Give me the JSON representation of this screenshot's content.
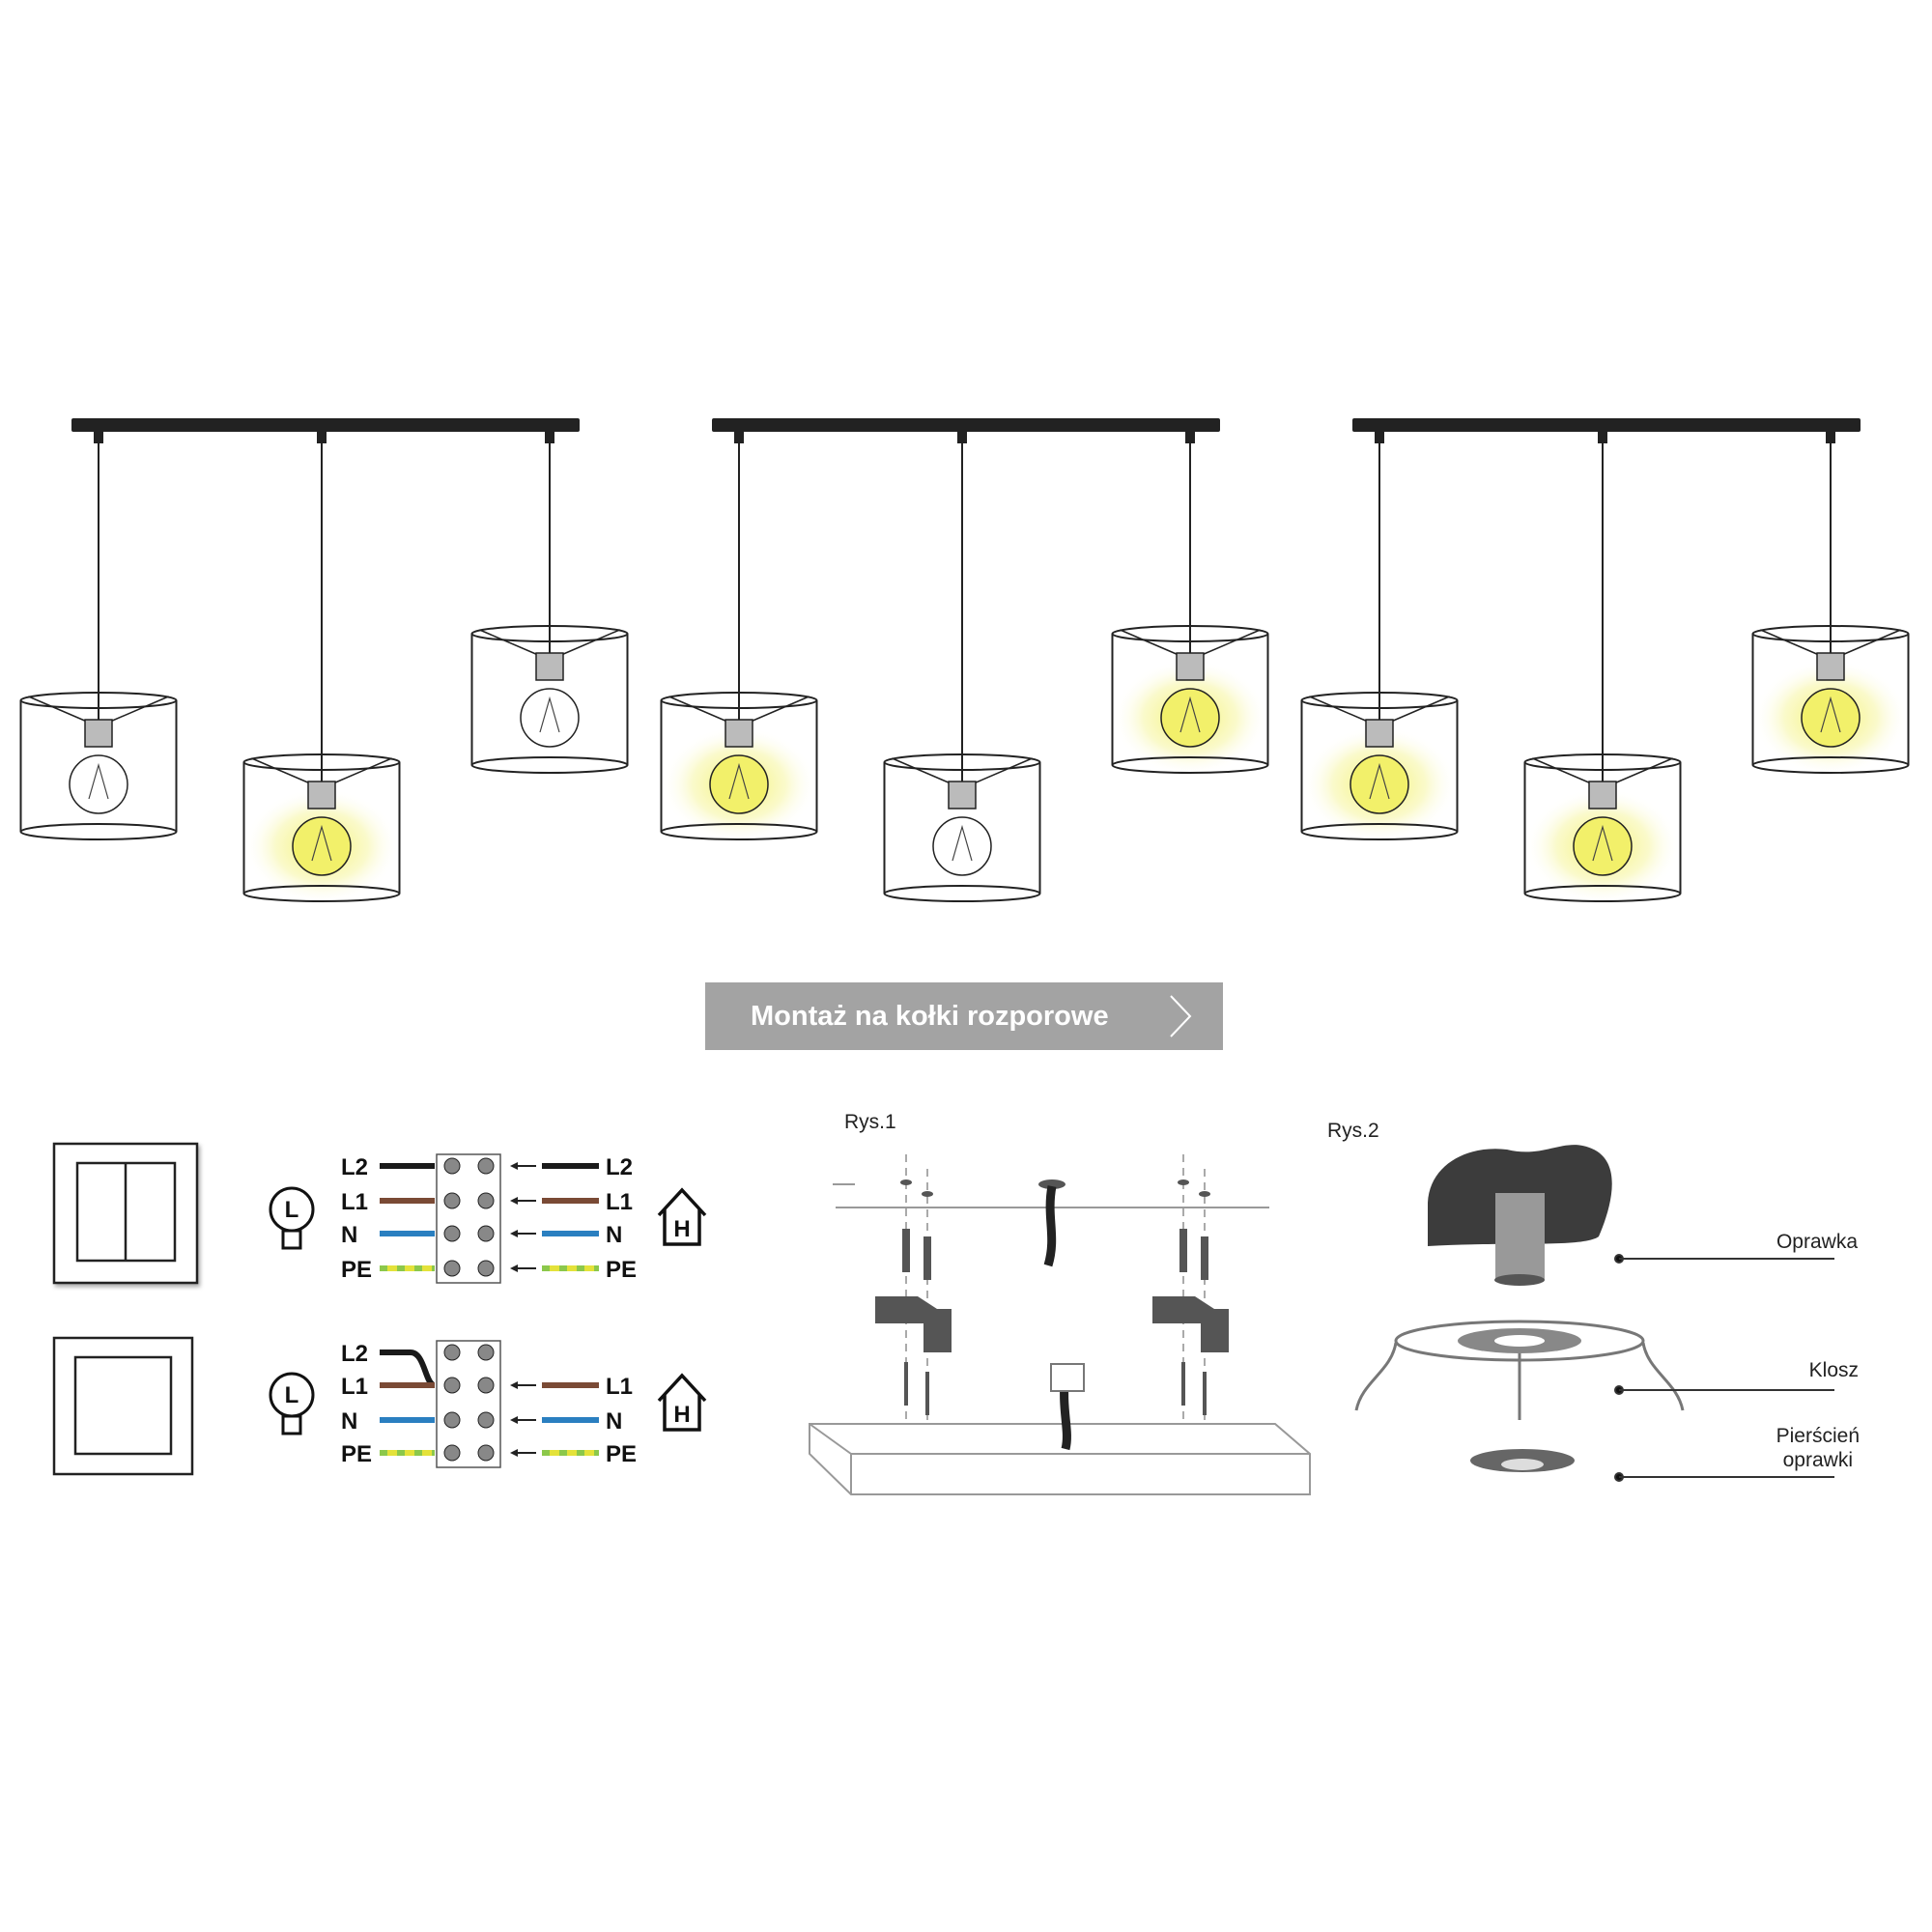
{
  "lamp_groups": [
    {
      "lit": [
        false,
        true,
        false
      ]
    },
    {
      "lit": [
        true,
        false,
        true
      ]
    },
    {
      "lit": [
        true,
        true,
        true
      ]
    }
  ],
  "mount_button": {
    "label": "Montaż na kołki rozporowe",
    "icon": "chevron-right-icon"
  },
  "wiring": {
    "double_switch": {
      "left": [
        "L2",
        "L1",
        "N",
        "PE"
      ],
      "right": [
        "L2",
        "L1",
        "N",
        "PE"
      ]
    },
    "single_switch": {
      "left": [
        "L2",
        "L1",
        "N",
        "PE"
      ],
      "right": [
        "L1",
        "N",
        "PE"
      ]
    },
    "bulb_letter": "L",
    "house_letter": "H",
    "colors": {
      "L2": "#1a1a1a",
      "L1": "#7a4a35",
      "N": "#2a7fc0",
      "PE_yellow": "#e4e23a",
      "PE_green": "#8cc84b"
    }
  },
  "rys1": {
    "label": "Rys.1"
  },
  "rys2": {
    "label": "Rys.2",
    "parts": [
      {
        "line1": "Oprawka",
        "line2": ""
      },
      {
        "line1": "Klosz",
        "line2": ""
      },
      {
        "line1": "Pierścień",
        "line2": "oprawki"
      }
    ]
  }
}
